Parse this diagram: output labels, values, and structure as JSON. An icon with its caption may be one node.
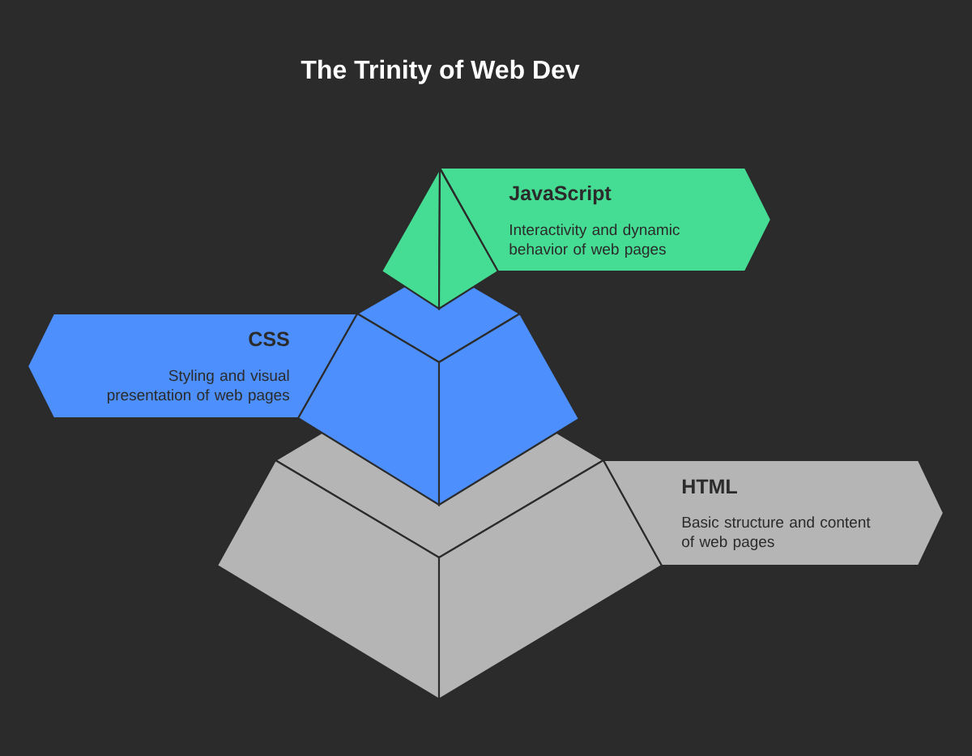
{
  "diagram": {
    "title": "The Trinity of Web Dev",
    "nodes": [
      {
        "text": [
          "JavaScript",
          "Interactivity and dynamic behavior of web pages"
        ]
      },
      {
        "text": [
          "CSS",
          "Styling and visual presentation of web pages"
        ]
      },
      {
        "text": [
          "HTML",
          "Basic structure and content of web pages"
        ]
      }
    ]
  }
}
